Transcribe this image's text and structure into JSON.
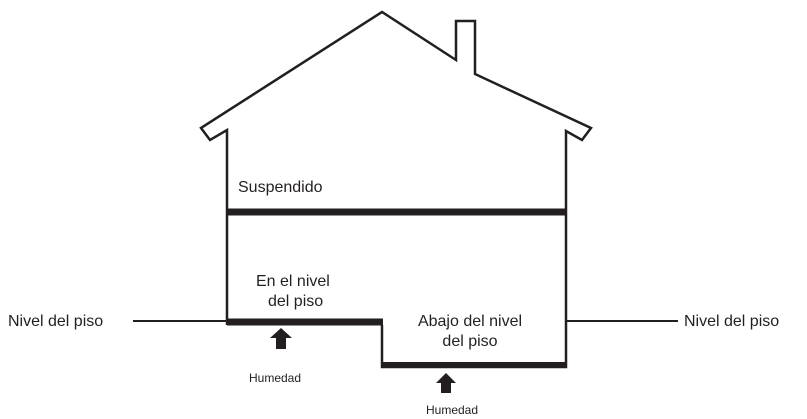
{
  "labels": {
    "suspended": "Suspendido",
    "on_grade_line1": "En el nivel",
    "on_grade_line2": "del piso",
    "below_grade_line1": "Abajo del nivel",
    "below_grade_line2": "del piso",
    "grade_left": "Nivel del piso",
    "grade_right": "Nivel del piso",
    "moisture_left": "Humedad",
    "moisture_right": "Humedad"
  },
  "colors": {
    "ink": "#231f20",
    "background": "#ffffff"
  },
  "icons": {
    "moisture_arrow": "up-arrow-icon"
  }
}
